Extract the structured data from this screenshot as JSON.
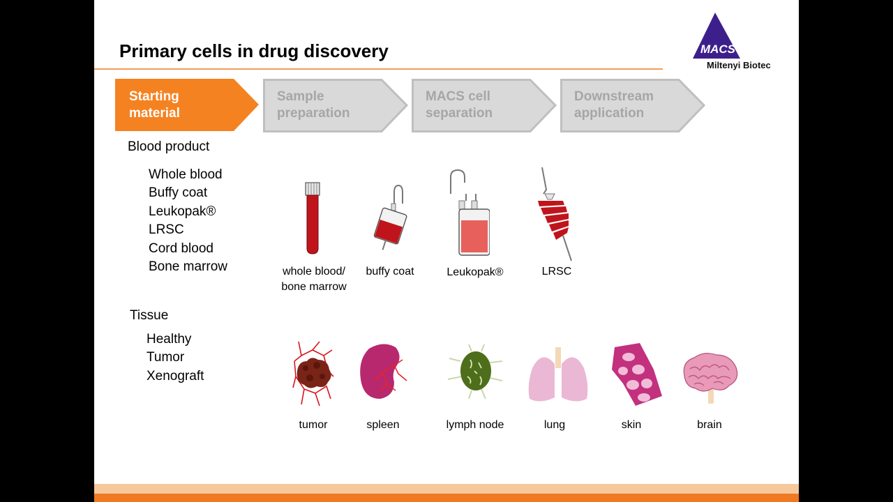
{
  "slide": {
    "title": "Primary cells in drug discovery",
    "logo": {
      "mark_text": "MACS",
      "company": "Miltenyi Biotec"
    },
    "workflow": [
      {
        "label": "Starting\nmaterial",
        "state": "active"
      },
      {
        "label": "Sample\npreparation",
        "state": "inactive"
      },
      {
        "label": "MACS cell\nseparation",
        "state": "inactive"
      },
      {
        "label": "Downstream\napplication",
        "state": "inactive"
      }
    ],
    "blood": {
      "heading": "Blood product",
      "items": [
        "Whole blood",
        "Buffy coat",
        "Leukopak®",
        "LRSC",
        "Cord blood",
        "Bone marrow"
      ],
      "figures": [
        {
          "icon": "blood-tube-icon",
          "caption": "whole blood/\nbone marrow"
        },
        {
          "icon": "buffy-coat-bag-icon",
          "caption": "buffy coat"
        },
        {
          "icon": "leukopak-bag-icon",
          "caption": "Leukopak®"
        },
        {
          "icon": "lrsc-chamber-icon",
          "caption": "LRSC"
        }
      ]
    },
    "tissue": {
      "heading": "Tissue",
      "items": [
        "Healthy",
        "Tumor",
        "Xenograft"
      ],
      "figures": [
        {
          "icon": "tumor-icon",
          "caption": "tumor"
        },
        {
          "icon": "spleen-icon",
          "caption": "spleen"
        },
        {
          "icon": "lymph-node-icon",
          "caption": "lymph  node"
        },
        {
          "icon": "lung-icon",
          "caption": "lung"
        },
        {
          "icon": "skin-icon",
          "caption": "skin"
        },
        {
          "icon": "brain-icon",
          "caption": "brain"
        }
      ]
    }
  },
  "colors": {
    "accent_orange": "#f58220",
    "inactive_step": "#d9d9d9",
    "blood_red": "#c0141c",
    "macs_purple": "#3d1f8c",
    "tissue_magenta": "#c2307e"
  }
}
